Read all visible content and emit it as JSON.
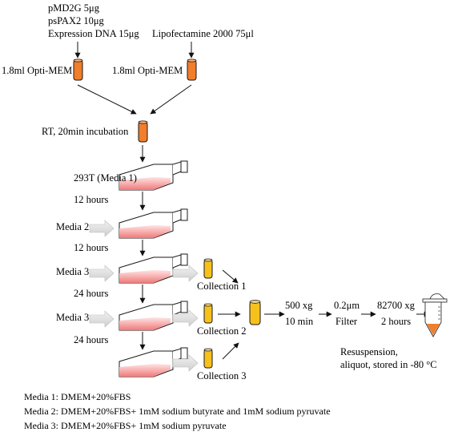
{
  "reagents": {
    "left": [
      "pMD2G 5μg",
      "psPAX2 10μg",
      "Expression DNA 15μg"
    ],
    "right": "Lipofectamine 2000 75μl"
  },
  "tubes": {
    "optimem_left": "1.8ml Opti-MEM",
    "optimem_right": "1.8ml Opti-MEM",
    "incubation": "RT, 20min incubation"
  },
  "flasks": {
    "cell_line": "293T (Media 1)",
    "interval_1": "12 hours",
    "interval_2": "12 hours",
    "interval_3": "24 hours",
    "interval_4": "24 hours",
    "media_in_1": "Media 2",
    "media_in_2": "Media 3",
    "media_in_3": "Media 3"
  },
  "collections": [
    "Collection 1",
    "Collection 2",
    "Collection 3"
  ],
  "processing": {
    "spin1_top": "500 xg",
    "spin1_bottom": "10 min",
    "filter_top": "0.2μm",
    "filter_bottom": "Filter",
    "spin2_top": "82700 xg",
    "spin2_bottom": "2 hours",
    "final_line1": "Resuspension,",
    "final_line2": "aliquot, stored in -80 °C"
  },
  "legend": [
    "Media 1: DMEM+20%FBS",
    "Media 2: DMEM+20%FBS+ 1mM sodium butyrate and 1mM sodium pyruvate",
    "Media 3: DMEM+20%FBS+ 1mM sodium pyruvate"
  ],
  "colors": {
    "orange_tube": "#F07E2A",
    "yellow_tube": "#F7C11D",
    "tube_outline": "#1a1a1a",
    "media_pink": "#F08C8C",
    "block_arrow": "#E0E0E0"
  }
}
